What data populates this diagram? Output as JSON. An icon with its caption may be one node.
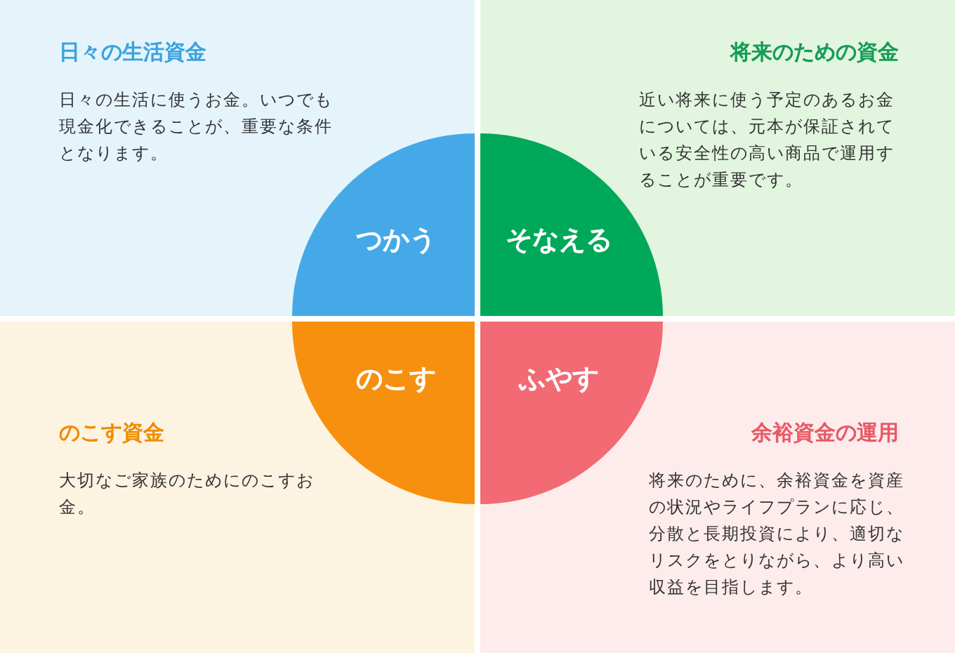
{
  "diagram": {
    "nodes": [
      {
        "text": [
          "日々の生活資金",
          "日々の生活に使うお金。いつでも現金化できることが、重要な条件となります。"
        ]
      },
      {
        "text": [
          "将来のための資金",
          "近い将来に使う予定のあるお金については、元本が保証されている安全性の高い商品で運用することが重要です。"
        ]
      },
      {
        "text": [
          "のこす資金",
          "大切なご家族のためにのこすお金。"
        ]
      },
      {
        "text": [
          "余裕資金の運用",
          "将来のために、余裕資金を資産の状況やライフプランに応じ、分散と長期投資により、適切なリスクをとりながら、より高い収益を目指します。"
        ]
      },
      {
        "text": [
          "つかう"
        ],
        "in": 0
      },
      {
        "text": [
          "そなえる"
        ],
        "in": 1
      },
      {
        "text": [
          "のこす"
        ],
        "in": 2
      },
      {
        "text": [
          "ふやす"
        ],
        "in": 3
      }
    ]
  }
}
